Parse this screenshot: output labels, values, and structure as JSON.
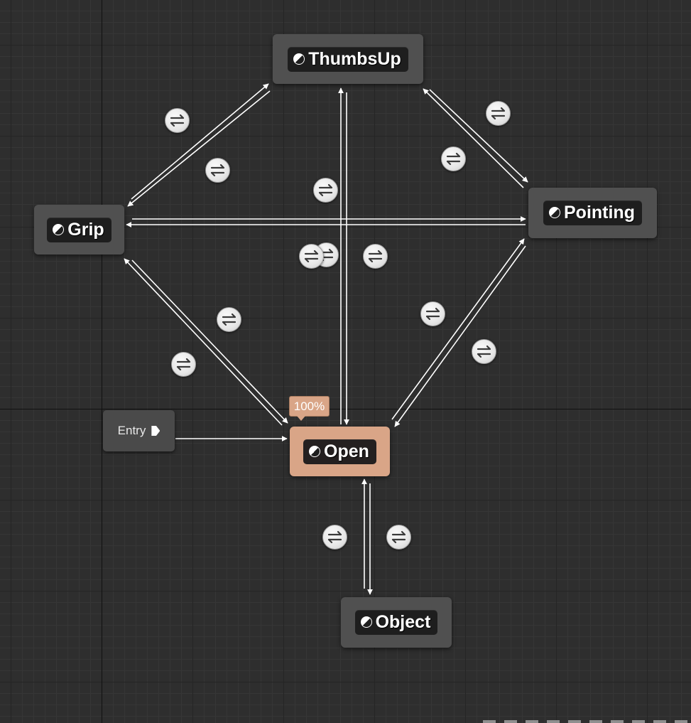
{
  "graph": {
    "entry_label": "Entry",
    "active_state_badge": "100%",
    "states": {
      "thumbsup": "ThumbsUp",
      "grip": "Grip",
      "pointing": "Pointing",
      "open": "Open",
      "object": "Object"
    }
  },
  "colors": {
    "background": "#2e2e2e",
    "state_node": "#505050",
    "active_state_node": "#d9a587",
    "wire": "#ffffff",
    "transition_icon": "#e6e6e6"
  },
  "icons": {
    "state": "state-icon",
    "transition": "transition-rule-icon",
    "entry_pin": "entry-exec-pin-icon"
  }
}
